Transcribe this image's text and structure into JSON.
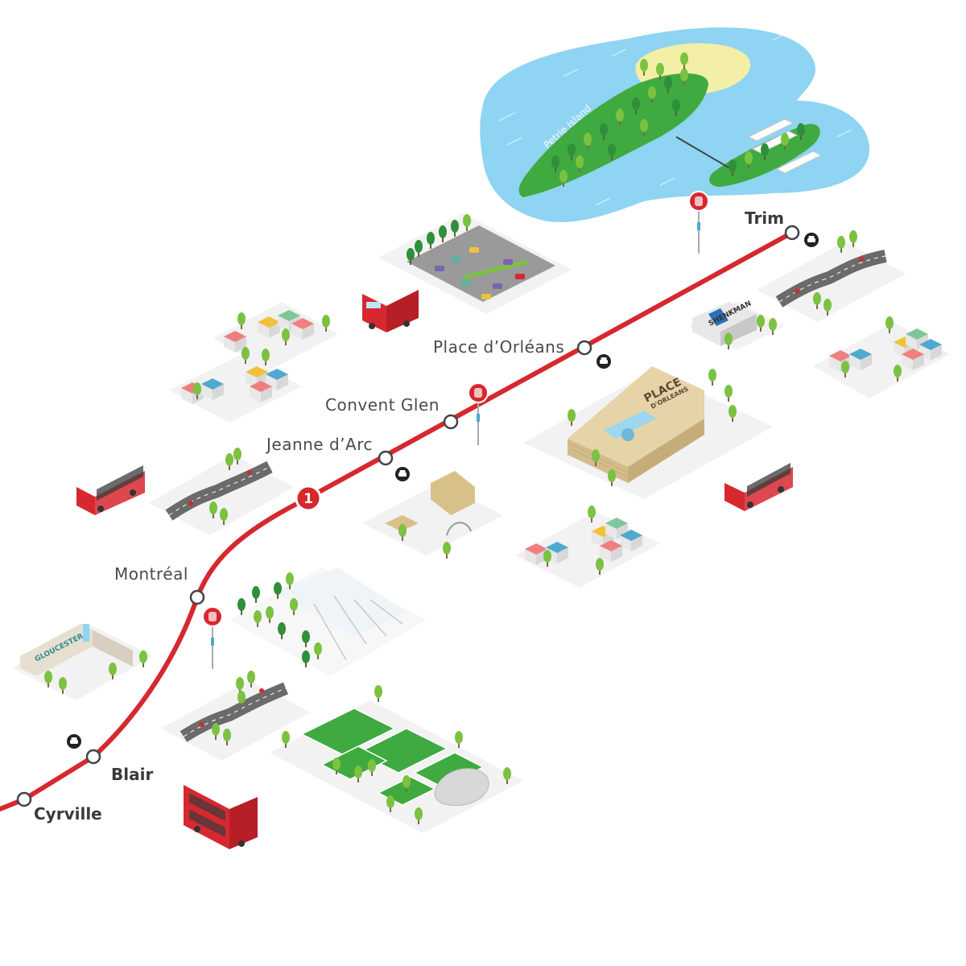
{
  "line": {
    "number": "1",
    "color": "#d6282f"
  },
  "stations": [
    {
      "id": "trim",
      "name": "Trim",
      "bold": true,
      "parking": true
    },
    {
      "id": "place-dorleans",
      "name": "Place d’Orléans",
      "bold": false,
      "parking": true
    },
    {
      "id": "convent-glen",
      "name": "Convent Glen",
      "bold": false,
      "parking": false
    },
    {
      "id": "jeanne-darc",
      "name": "Jeanne d’Arc",
      "bold": false,
      "parking": true
    },
    {
      "id": "montreal",
      "name": "Montréal",
      "bold": false,
      "parking": false
    },
    {
      "id": "blair",
      "name": "Blair",
      "bold": true,
      "parking": true
    },
    {
      "id": "cyrville",
      "name": "Cyrville",
      "bold": true,
      "parking": false
    }
  ],
  "landmarks": {
    "petrie_island": "Petrie Island",
    "mall_line1": "PLACE",
    "mall_line2": "D'ORLEANS",
    "gloucester_sign": "GLOUCESTER",
    "shenkman_sign": "SHENKMAN"
  },
  "colors": {
    "water": "#8fd4f2",
    "park": "#3faa3f",
    "sand": "#f3efa6",
    "ground": "#f2f2f2",
    "road": "#6b6b6b",
    "bus_red": "#d6282f"
  },
  "icons": [
    "parking-car-icon",
    "bus-stop-sign-icon",
    "route-number-badge-icon"
  ]
}
